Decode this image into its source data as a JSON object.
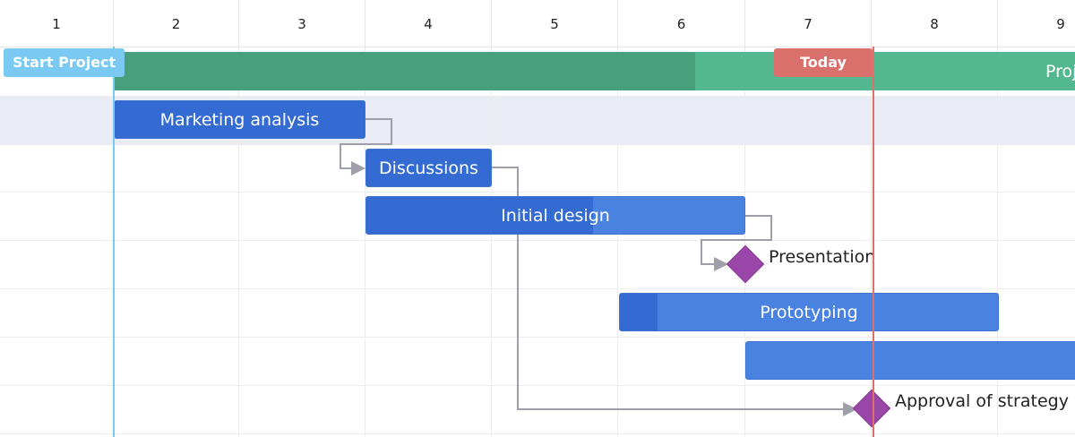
{
  "scale": {
    "columns": [
      "1",
      "2",
      "3",
      "4",
      "5",
      "6",
      "7",
      "8",
      "9"
    ]
  },
  "markers": {
    "start": {
      "label": "Start Project",
      "color": "#79c9f2"
    },
    "today": {
      "label": "Today",
      "color": "#e06f6c"
    }
  },
  "project": {
    "label": "Project pla",
    "progress": 0.59,
    "color": "#53b78f"
  },
  "tasks": [
    {
      "label": "Marketing analysis",
      "progress": 1.0
    },
    {
      "label": "Discussions",
      "progress": 1.0
    },
    {
      "label": "Initial design",
      "progress": 0.6
    },
    {
      "label": "Prototyping",
      "progress": 0.1
    },
    {
      "label": "",
      "progress": 0.0
    }
  ],
  "milestones": [
    {
      "label": "Presentation"
    },
    {
      "label": "Approval of strategy"
    }
  ],
  "colors": {
    "task": "#4a82e2",
    "task_done": "#336bd3",
    "milestone": "#9b46a9",
    "link": "#9e9fa9",
    "row_highlight": "#e9ecf4"
  }
}
